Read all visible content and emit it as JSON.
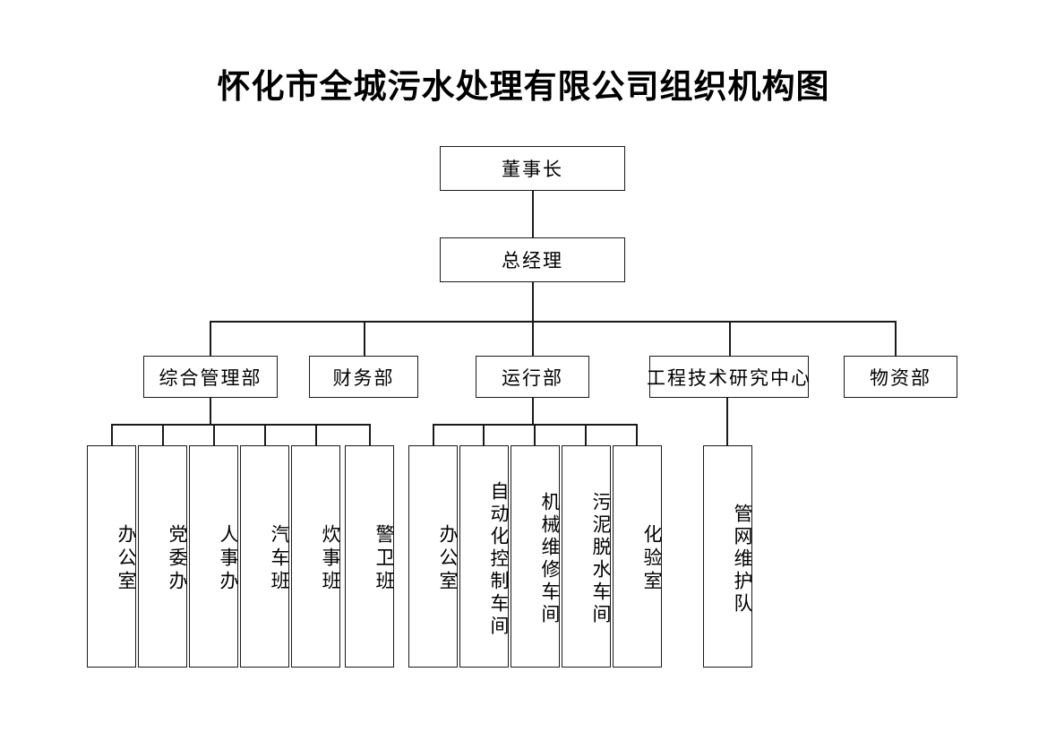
{
  "document": {
    "title": "怀化市全城污水处理有限公司组织机构图"
  },
  "chart_data": {
    "type": "diagram",
    "diagram_kind": "organizational-chart",
    "title": "怀化市全城污水处理有限公司组织机构图",
    "orientation": "top-down",
    "levels": 4,
    "nodes": [
      {
        "id": "chairman",
        "label": "董事长",
        "level": 1,
        "orientation": "horizontal"
      },
      {
        "id": "general-manager",
        "label": "总经理",
        "level": 2,
        "orientation": "horizontal"
      },
      {
        "id": "dept-general-admin",
        "label": "综合管理部",
        "level": 3,
        "orientation": "horizontal"
      },
      {
        "id": "dept-finance",
        "label": "财务部",
        "level": 3,
        "orientation": "horizontal"
      },
      {
        "id": "dept-operations",
        "label": "运行部",
        "level": 3,
        "orientation": "horizontal"
      },
      {
        "id": "dept-engineering-center",
        "label": "工程技术研究中心",
        "level": 3,
        "orientation": "horizontal"
      },
      {
        "id": "dept-materials",
        "label": "物资部",
        "level": 3,
        "orientation": "horizontal"
      },
      {
        "id": "unit-admin-office-1",
        "label": "办公室",
        "level": 4,
        "orientation": "vertical"
      },
      {
        "id": "unit-party-committee-office",
        "label": "党委办",
        "level": 4,
        "orientation": "vertical"
      },
      {
        "id": "unit-personnel-office",
        "label": "人事办",
        "level": 4,
        "orientation": "vertical"
      },
      {
        "id": "unit-vehicle-team",
        "label": "汽车班",
        "level": 4,
        "orientation": "vertical"
      },
      {
        "id": "unit-catering-team",
        "label": "炊事班",
        "level": 4,
        "orientation": "vertical"
      },
      {
        "id": "unit-security-team",
        "label": "警卫班",
        "level": 4,
        "orientation": "vertical"
      },
      {
        "id": "unit-admin-office-2",
        "label": "办公室",
        "level": 4,
        "orientation": "vertical"
      },
      {
        "id": "unit-automation-control-workshop",
        "label": "自动化控制车间",
        "level": 4,
        "orientation": "vertical"
      },
      {
        "id": "unit-mechanical-maintenance-workshop",
        "label": "机械维修车间",
        "level": 4,
        "orientation": "vertical"
      },
      {
        "id": "unit-sludge-dewatering-workshop",
        "label": "污泥脱水车间",
        "level": 4,
        "orientation": "vertical"
      },
      {
        "id": "unit-laboratory",
        "label": "化验室",
        "level": 4,
        "orientation": "vertical"
      },
      {
        "id": "unit-pipe-network-maintenance-team",
        "label": "管网维护队",
        "level": 4,
        "orientation": "vertical"
      }
    ],
    "edges": [
      {
        "from": "chairman",
        "to": "general-manager"
      },
      {
        "from": "general-manager",
        "to": "dept-general-admin"
      },
      {
        "from": "general-manager",
        "to": "dept-finance"
      },
      {
        "from": "general-manager",
        "to": "dept-operations"
      },
      {
        "from": "general-manager",
        "to": "dept-engineering-center"
      },
      {
        "from": "general-manager",
        "to": "dept-materials"
      },
      {
        "from": "dept-general-admin",
        "to": "unit-admin-office-1"
      },
      {
        "from": "dept-general-admin",
        "to": "unit-party-committee-office"
      },
      {
        "from": "dept-general-admin",
        "to": "unit-personnel-office"
      },
      {
        "from": "dept-general-admin",
        "to": "unit-vehicle-team"
      },
      {
        "from": "dept-general-admin",
        "to": "unit-catering-team"
      },
      {
        "from": "dept-general-admin",
        "to": "unit-security-team"
      },
      {
        "from": "dept-operations",
        "to": "unit-admin-office-2"
      },
      {
        "from": "dept-operations",
        "to": "unit-automation-control-workshop"
      },
      {
        "from": "dept-operations",
        "to": "unit-mechanical-maintenance-workshop"
      },
      {
        "from": "dept-operations",
        "to": "unit-sludge-dewatering-workshop"
      },
      {
        "from": "dept-operations",
        "to": "unit-laboratory"
      },
      {
        "from": "dept-engineering-center",
        "to": "unit-pipe-network-maintenance-team"
      }
    ],
    "colors": {
      "background": "#ffffff",
      "box_border": "#1a1a1a",
      "box_fill": "#ffffff",
      "connector": "#1a1a1a",
      "text": "#000000"
    }
  }
}
